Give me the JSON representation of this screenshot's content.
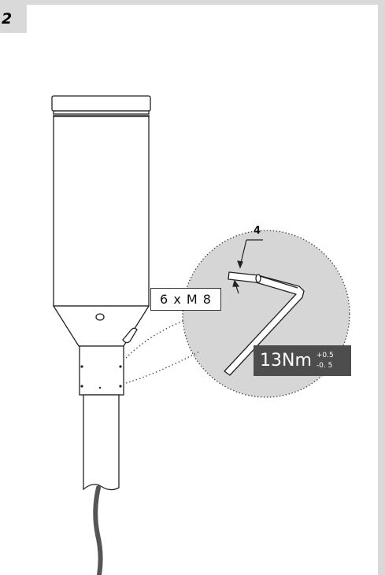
{
  "step": {
    "number": "2"
  },
  "screw_label": "6 x M  8",
  "key_size": "4",
  "torque": {
    "value": "13Nm",
    "tol_plus": "+0.5",
    "tol_minus": "-0. 5"
  },
  "colors": {
    "frame": "#d9d9d9",
    "detail_circle": "#d6d6d6",
    "torque_box": "#4d4d4d",
    "line": "#222222"
  },
  "icons": [
    "hex-key-icon",
    "pole-lamp-illustration"
  ]
}
